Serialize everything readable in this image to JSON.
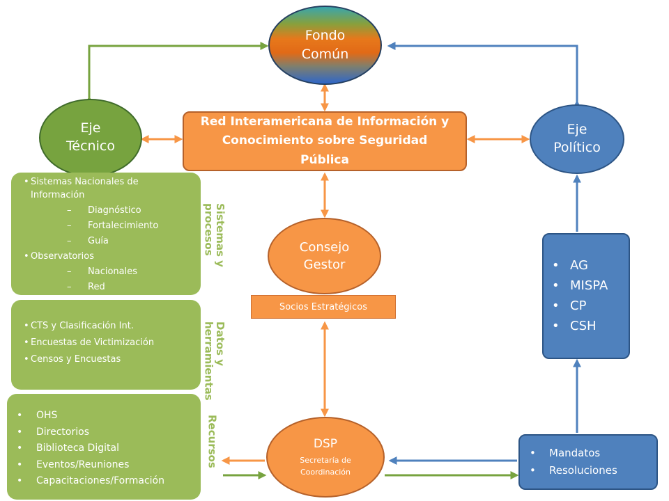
{
  "nodes": {
    "fondo": "Fondo\nComún",
    "eje_tecnico": "Eje\nTécnico",
    "eje_politico": "Eje\nPolítico",
    "red": "Red Interamericana de Información y\nConocimiento sobre Seguridad\nPública",
    "consejo": "Consejo\nGestor",
    "socios": "Socios Estratégicos",
    "dsp_title": "DSP",
    "dsp_sub": "Secretaría de\nCoordinación"
  },
  "sistemas": {
    "label_line1": "Sistemas y",
    "label_line2": "procesos",
    "items": [
      {
        "text": "Sistemas Nacionales de Información",
        "subitems": [
          "Diagnóstico",
          "Fortalecimiento",
          "Guía"
        ]
      },
      {
        "text": "Observatorios",
        "subitems": [
          "Nacionales",
          "Red"
        ]
      }
    ]
  },
  "datos": {
    "label_line1": "Datos y",
    "label_line2": "herramientas",
    "items": [
      "CTS y Clasificación Int.",
      "Encuestas de Victimización",
      "Censos y Encuestas"
    ]
  },
  "recursos": {
    "label": "Recursos",
    "items": [
      "OHS",
      "Directorios",
      "Biblioteca Digital",
      "Eventos/Reuniones",
      "Capacitaciones/Formación"
    ]
  },
  "politico_box": {
    "items": [
      "AG",
      "MISPA",
      "CP",
      "CSH"
    ]
  },
  "mandatos_box": {
    "items": [
      "Mandatos",
      "Resoluciones"
    ]
  },
  "colors": {
    "green_arrow": "#77a33f",
    "blue_arrow": "#4f81bd",
    "orange_arrow": "#f79646",
    "green_box": "#9bbb59",
    "blue_box": "#4f81bd",
    "orange_box": "#f79646"
  }
}
